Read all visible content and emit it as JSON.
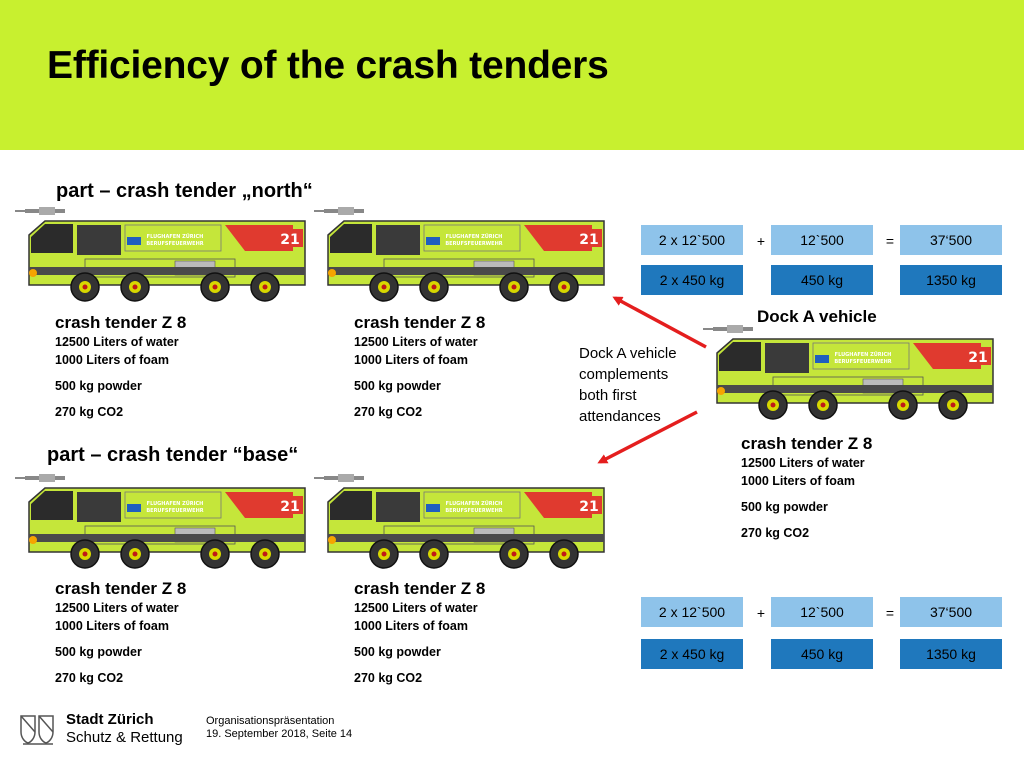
{
  "title": "Efficiency of the crash tenders",
  "colors": {
    "accent_green": "#c8f02f",
    "box_light": "#8ec3ea",
    "box_dark": "#1f78bd",
    "arrow_red": "#e41e1e",
    "truck_body": "#c5e63a",
    "truck_stripe": "#e03a2f"
  },
  "sections": {
    "north": {
      "heading": "part – crash tender „north“"
    },
    "base": {
      "heading": "part – crash tender “base“"
    }
  },
  "truck_badge": "21",
  "truck_door_text": "FLUGHAFEN ZÜRICH BERUFSFEUERWEHR",
  "spec": {
    "name": "crash tender Z 8",
    "water": "12500 Liters of water",
    "foam": "1000   Liters of foam",
    "powder": "500  kg powder",
    "co2": "270  kg CO2"
  },
  "dock": {
    "heading": "Dock A vehicle",
    "note": "Dock A vehicle complements both first attendances"
  },
  "calc_top": {
    "row1": {
      "a": "2 x 12`500",
      "op1": "+",
      "b": "12`500",
      "op2": "=",
      "c": "37‘500"
    },
    "row2": {
      "a": "2 x 450 kg",
      "b": "450 kg",
      "c": "1350 kg"
    }
  },
  "calc_bottom": {
    "row1": {
      "a": "2 x 12`500",
      "op1": "+",
      "b": "12`500",
      "op2": "=",
      "c": "37‘500"
    },
    "row2": {
      "a": "2 x 450 kg",
      "b": "450 kg",
      "c": "1350 kg"
    }
  },
  "footer": {
    "org_main": "Stadt Zürich",
    "org_sub": "Schutz & Rettung",
    "presentation": "Organisationspräsentation",
    "date_page": "19. September 2018, Seite 14"
  },
  "icons": {
    "truck": "crash-tender-truck-image",
    "logo": "zurich-coat-of-arms-icon"
  }
}
